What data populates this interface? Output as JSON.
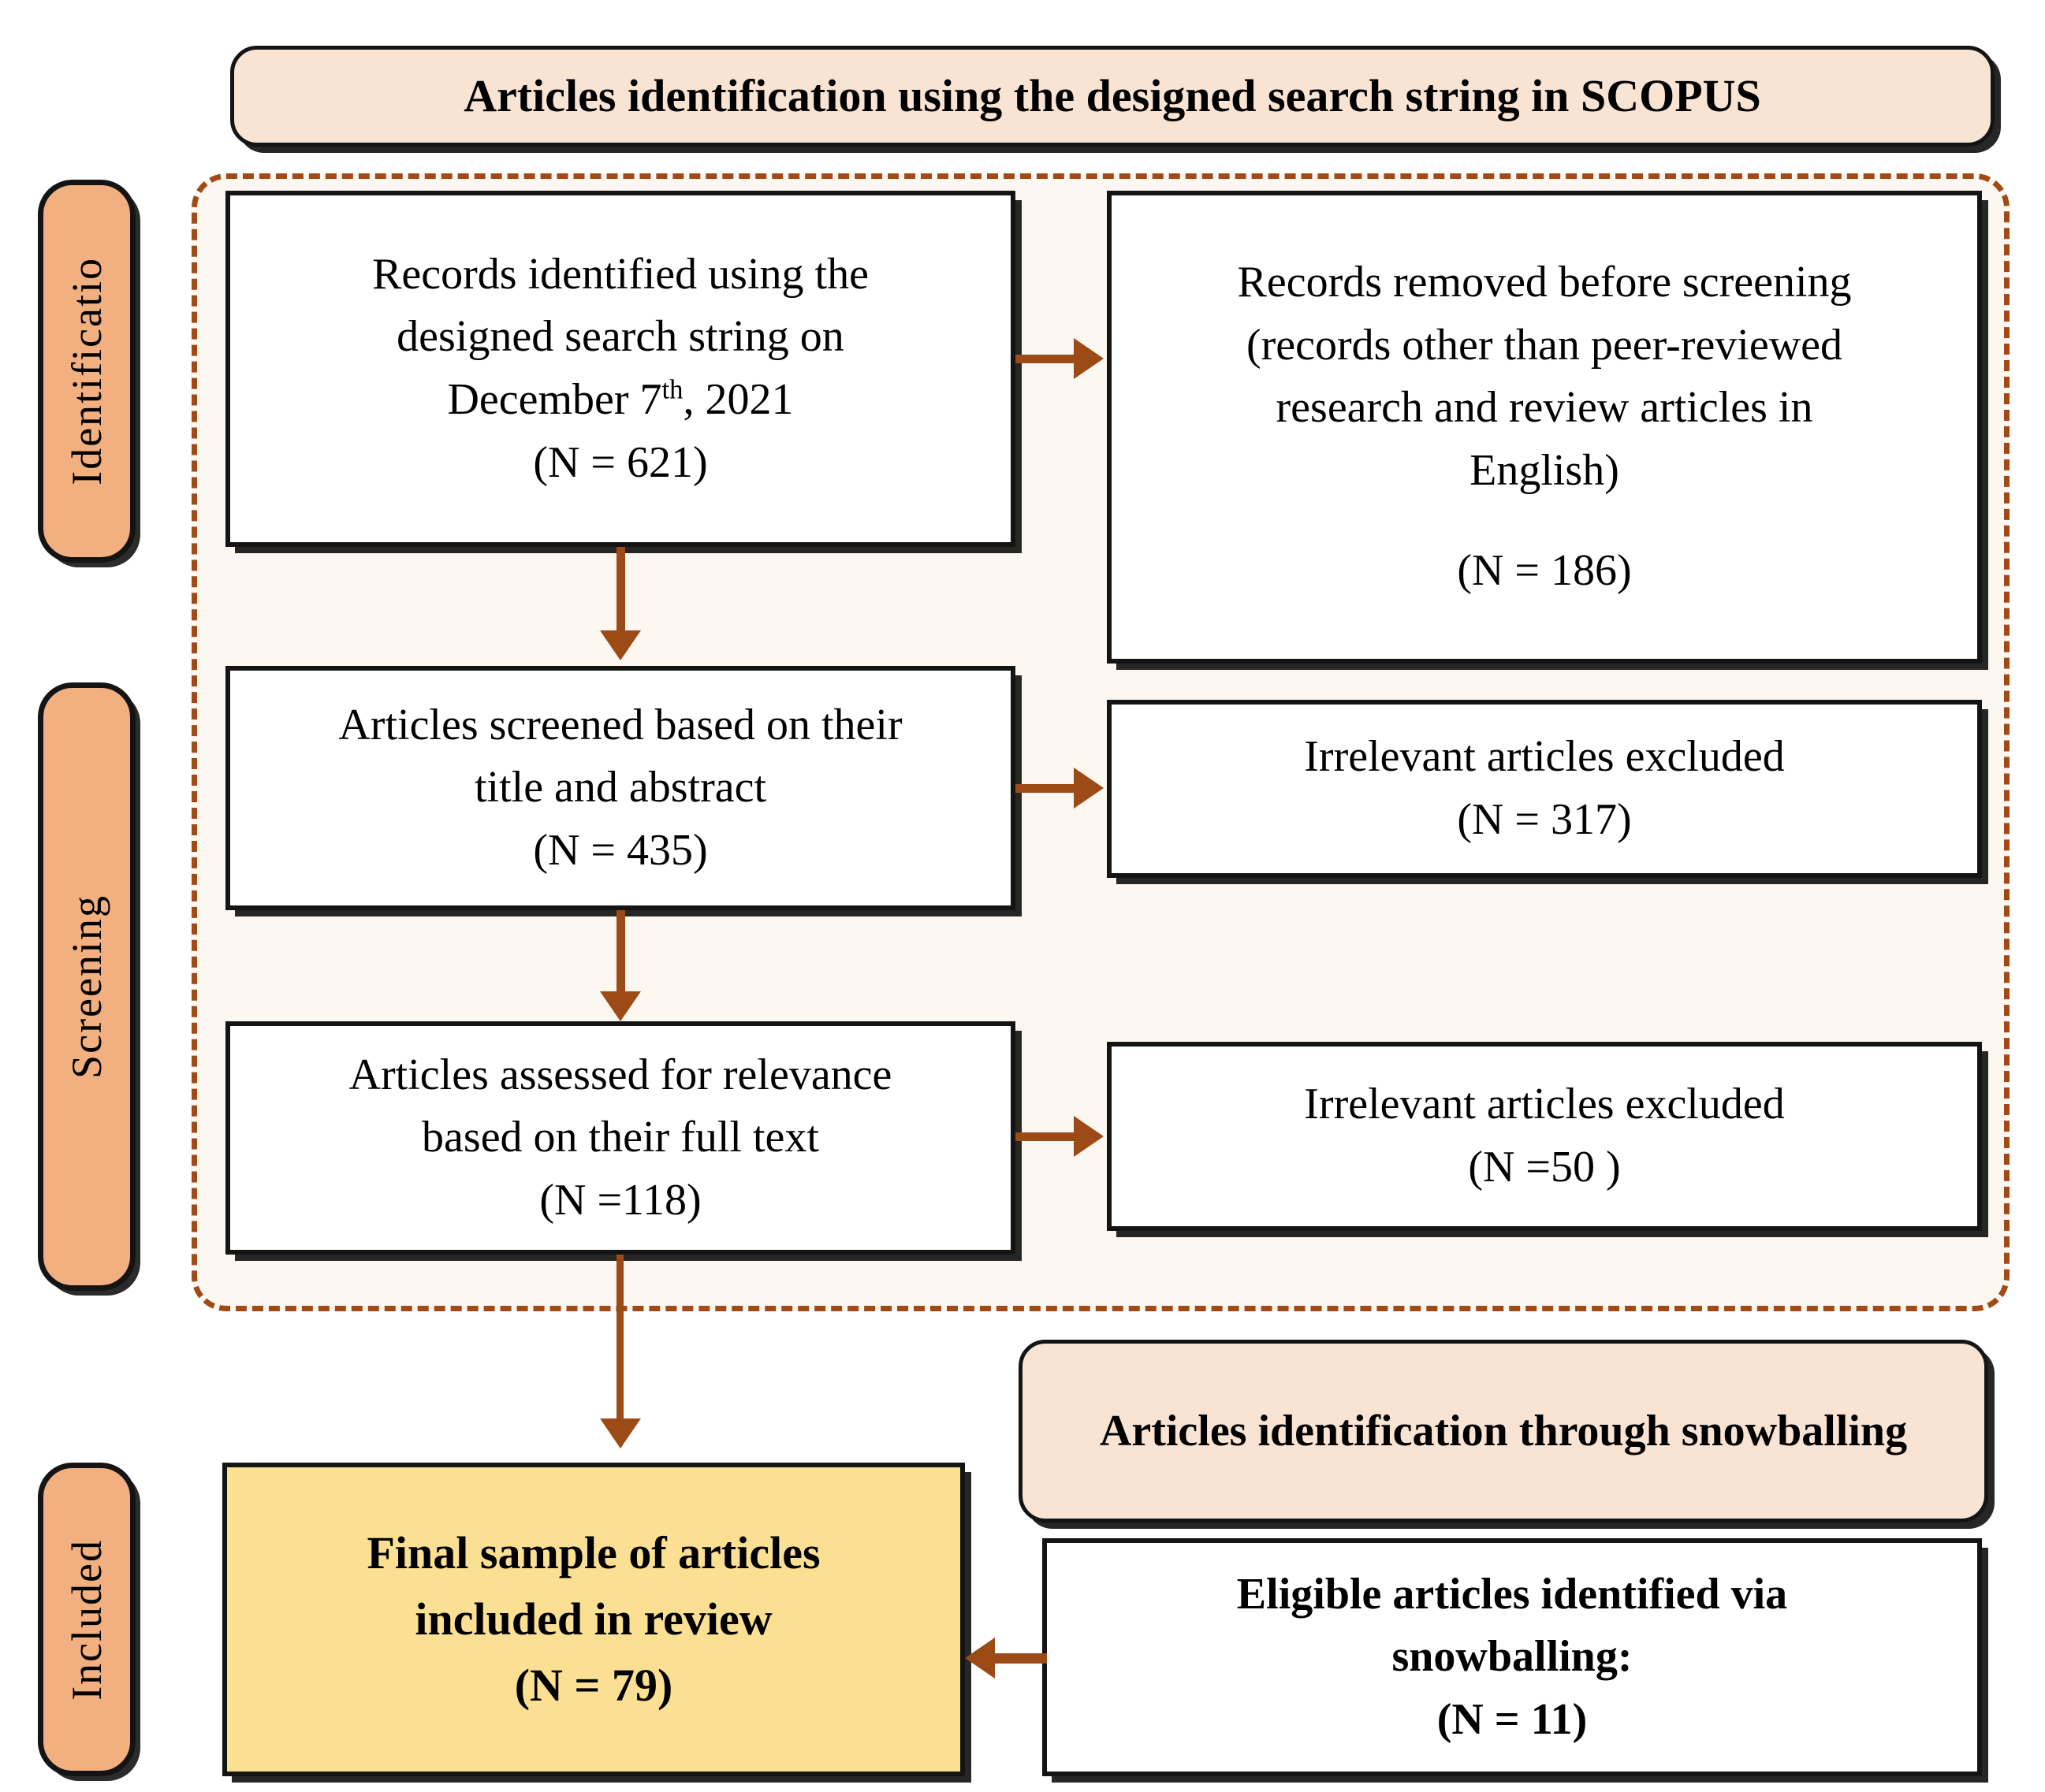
{
  "diagram": {
    "title": "PRISMA article selection flow diagram",
    "colors": {
      "banner_fill": "#F9E3D3",
      "rail_fill": "#F2AF7F",
      "final_fill": "#FBDF92",
      "region_fill": "#FDF7F2",
      "region_border": "#A14A16",
      "connector": "#9C4A16",
      "box_border": "#141414",
      "box_fill": "#FFFFFF"
    }
  },
  "banners": {
    "scopus": "Articles identification using the designed search string in SCOPUS",
    "snowballing": "Articles identification through snowballing"
  },
  "rails": [
    {
      "label": "Identificatio"
    },
    {
      "label": "Screening"
    },
    {
      "label": "Included"
    }
  ],
  "boxes": {
    "identified": {
      "line1": "Records identified using the",
      "line2": "designed search string on",
      "line3_prefix": "December 7",
      "line3_sup": "th",
      "line3_suffix": ", 2021",
      "count": "(N = 621)"
    },
    "removed": {
      "text": "Records removed before screening\n(records other than peer-reviewed\nresearch and review articles in\nEnglish)",
      "count": "(N = 186)"
    },
    "screened": {
      "text": "Articles screened based on their\ntitle and abstract",
      "count": "(N = 435)"
    },
    "excluded_title": {
      "text": "Irrelevant articles excluded",
      "count": "(N = 317)"
    },
    "assessed": {
      "text": "Articles assessed for relevance\nbased on their full text",
      "count": "(N =118)"
    },
    "excluded_fulltext": {
      "text": "Irrelevant articles excluded",
      "count": "(N =50 )"
    },
    "final": {
      "text": "Final sample of articles\nincluded in review",
      "count": "(N = 79)"
    },
    "snowball_eligible": {
      "text": "Eligible articles identified via\nsnowballing:",
      "count": "(N = 11)"
    }
  },
  "connectors": [
    {
      "name": "identified-to-removed",
      "direction": "right"
    },
    {
      "name": "identified-to-screened",
      "direction": "down"
    },
    {
      "name": "screened-to-excluded-title",
      "direction": "right"
    },
    {
      "name": "screened-to-assessed",
      "direction": "down"
    },
    {
      "name": "assessed-to-excluded-fulltext",
      "direction": "right"
    },
    {
      "name": "assessed-to-final",
      "direction": "down"
    },
    {
      "name": "snowball-to-final",
      "direction": "left"
    }
  ]
}
